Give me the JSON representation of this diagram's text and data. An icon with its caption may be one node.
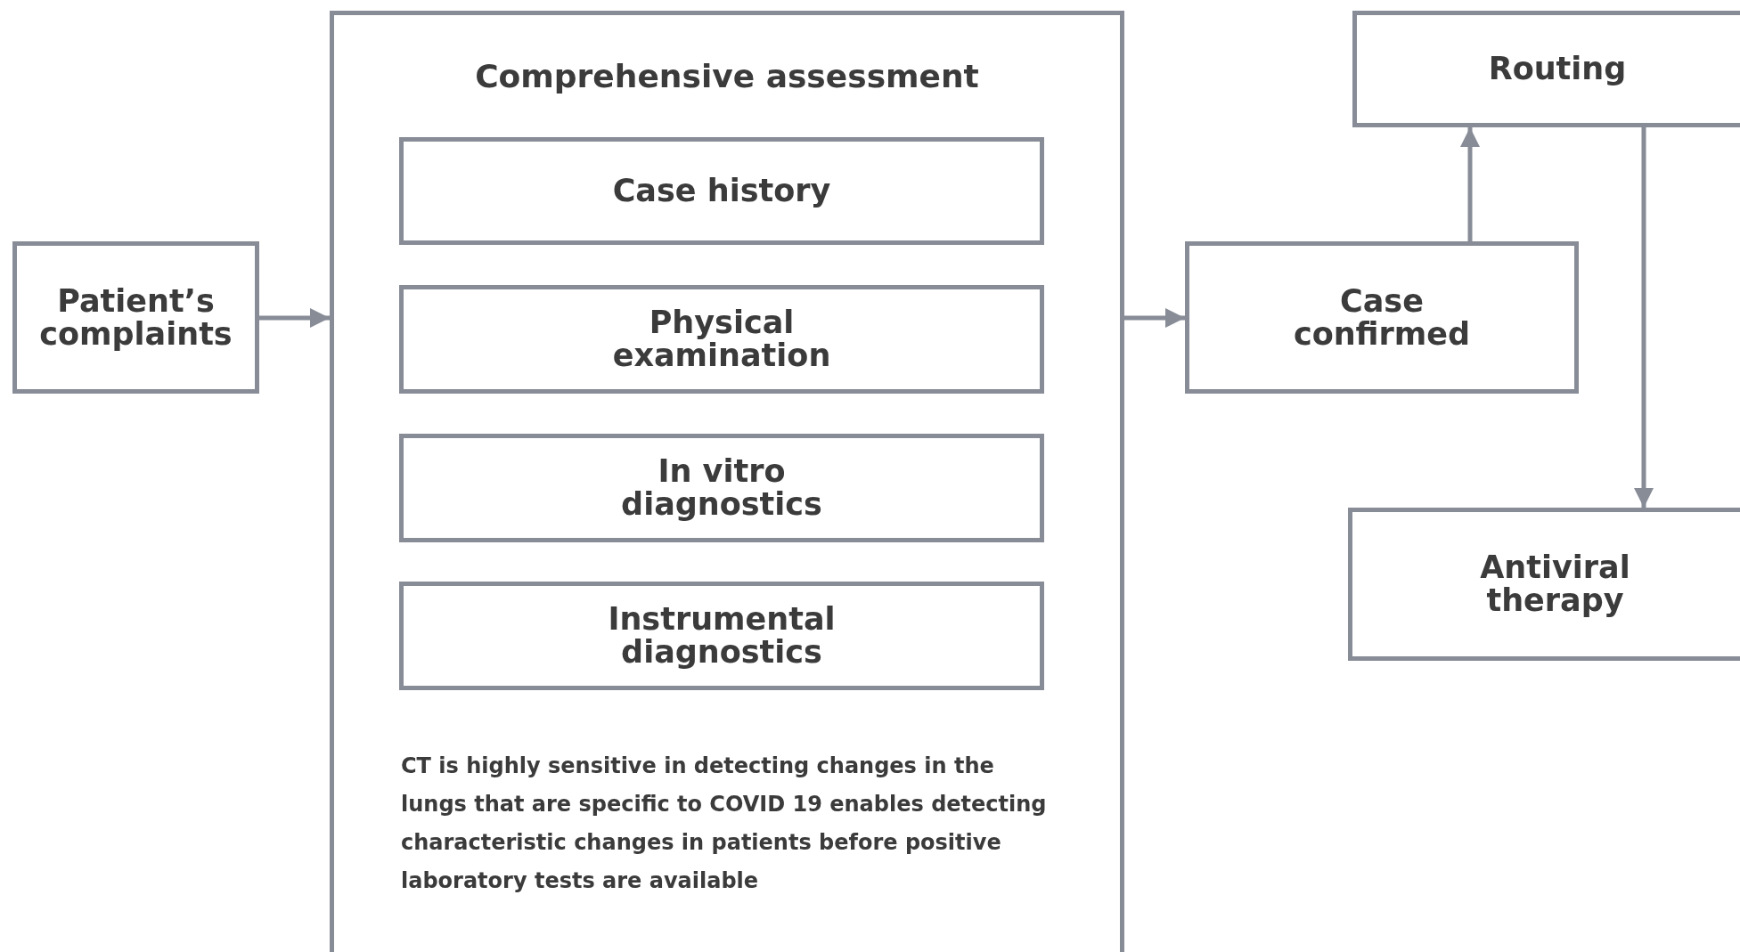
{
  "diagram": {
    "nodes": [
      {
        "text": [
          "Patient’s complaints"
        ]
      },
      {
        "text": [
          "Comprehensive assessment",
          "CT is highly sensitive in detecting changes in the lungs that are specific to COVID 19 enables detecting characteristic changes in patients before positive laboratory tests are available"
        ]
      },
      {
        "text": [
          "Case history"
        ],
        "in": 1
      },
      {
        "text": [
          "Physical examination"
        ],
        "in": 1
      },
      {
        "text": [
          "In vitro diagnostics"
        ],
        "in": 1
      },
      {
        "text": [
          "Instrumental diagnostics"
        ],
        "in": 1
      },
      {
        "text": [
          "Case confirmed"
        ]
      },
      {
        "text": [
          "Routing"
        ]
      },
      {
        "text": [
          "Antiviral therapy"
        ]
      }
    ],
    "edges": [
      {
        "from": 0,
        "to": 1,
        "arrow": "to"
      },
      {
        "from": 1,
        "to": 6,
        "arrow": "to"
      },
      {
        "from": 6,
        "to": 7,
        "arrow": "to"
      },
      {
        "from": 7,
        "to": 8,
        "arrow": "to"
      }
    ]
  }
}
